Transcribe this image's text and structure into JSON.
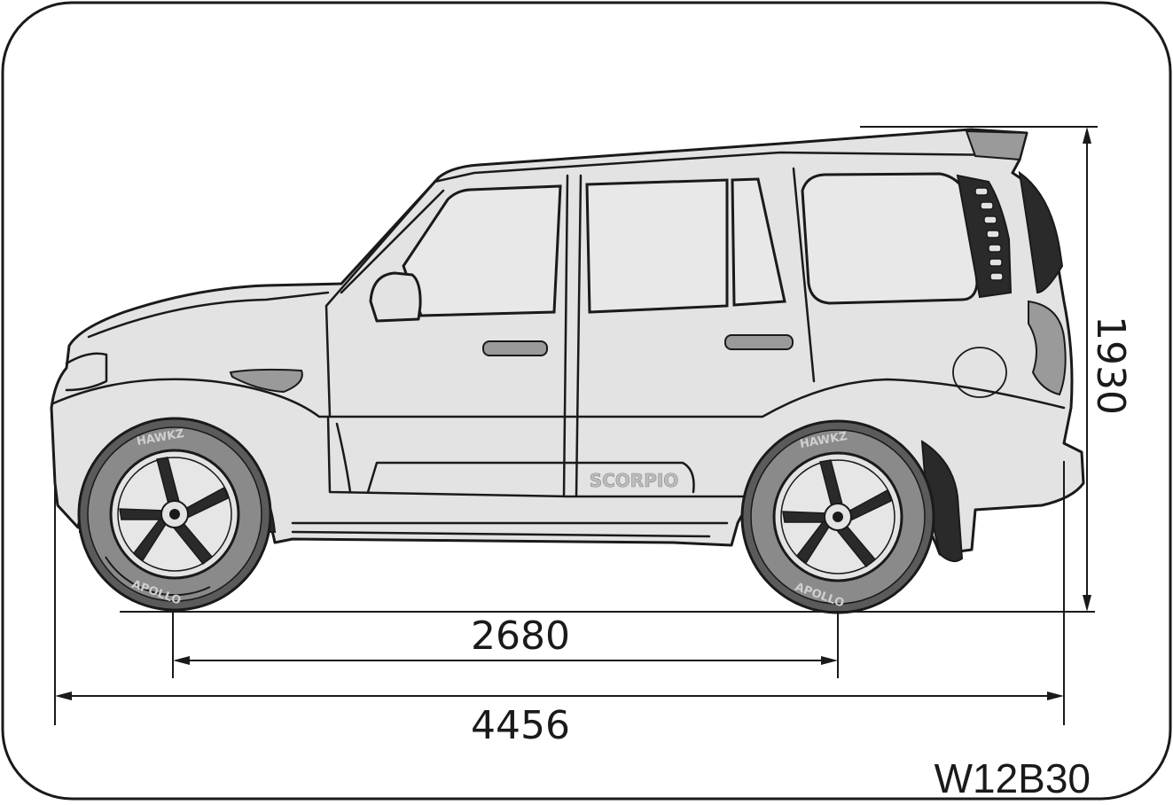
{
  "dimensions": {
    "wheelbase": "2680",
    "overall_length": "4456",
    "overall_height": "1930"
  },
  "figure_code": "W12B30",
  "vehicle_badge": "SCORPIO",
  "tyre_brand": "APOLLO",
  "tyre_model": "HAWKZ"
}
